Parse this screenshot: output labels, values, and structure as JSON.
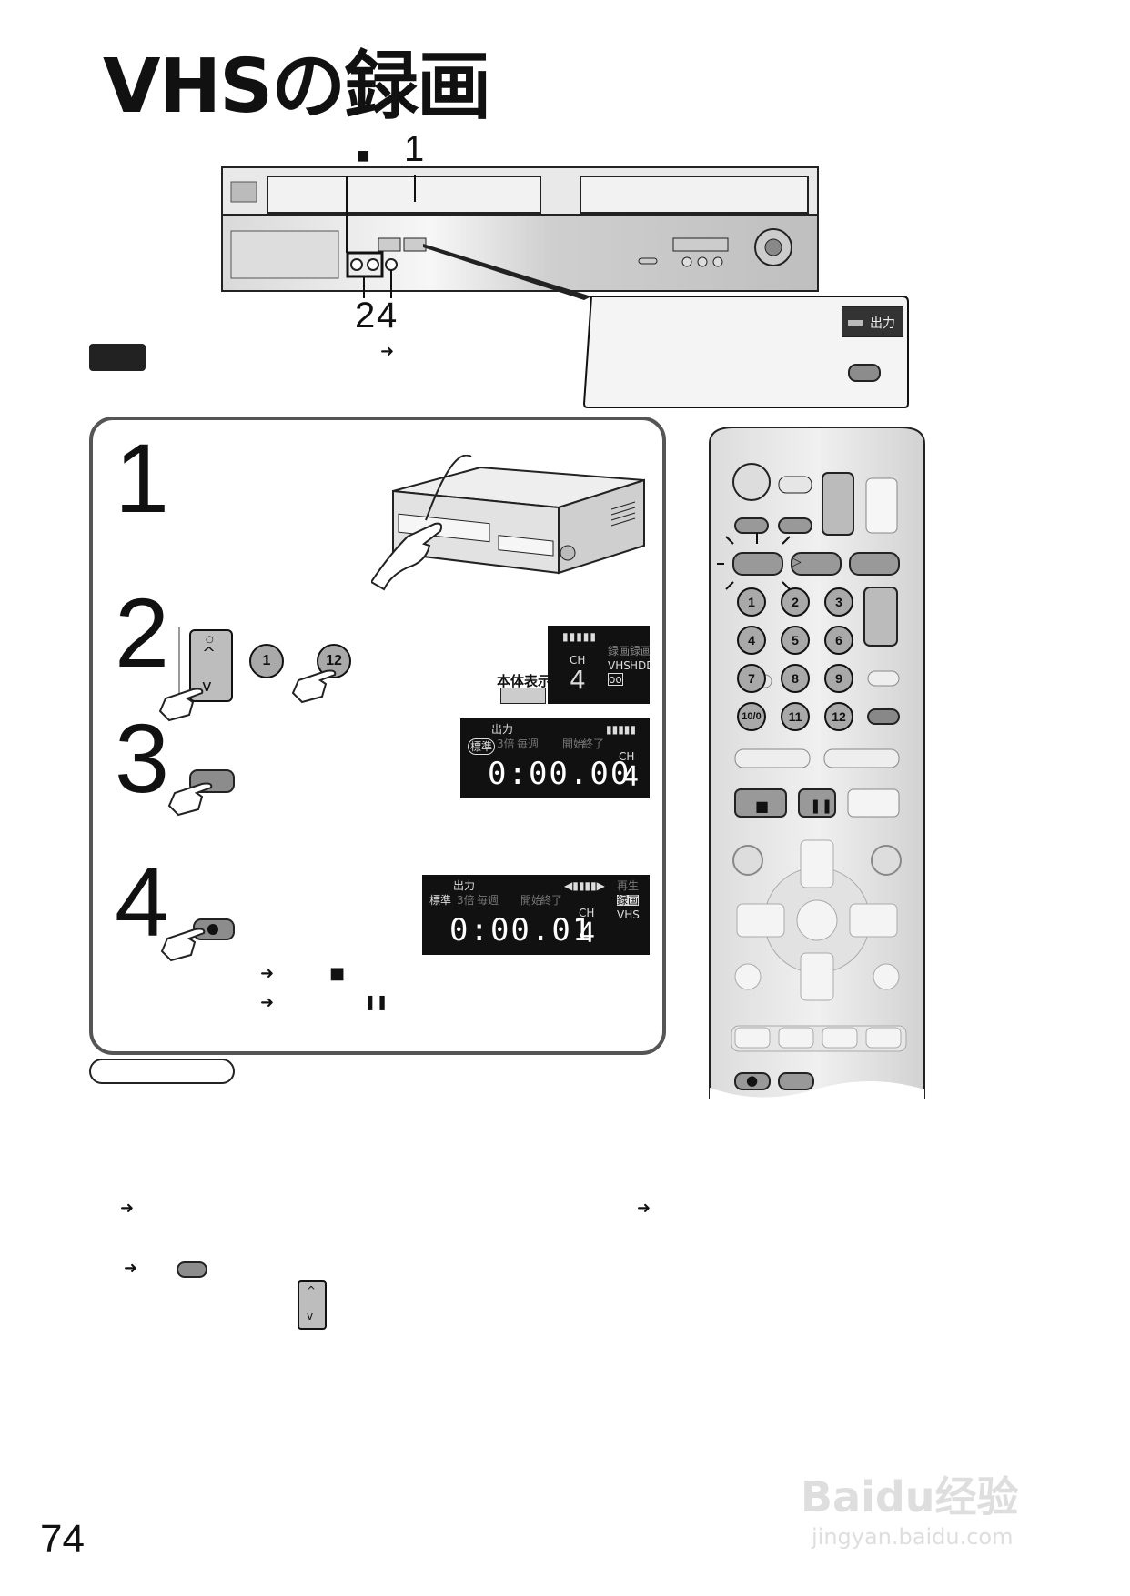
{
  "page": {
    "title": "VHSの録画",
    "page_number": "74"
  },
  "callouts": {
    "top_stop": "■",
    "top_one": "1",
    "bottom_two": "2",
    "bottom_four": "4",
    "arrow": "➜"
  },
  "zoom_box": {
    "output_label": "出力"
  },
  "steps": [
    {
      "number": "1"
    },
    {
      "number": "2",
      "btn_1": "1",
      "btn_12": "12",
      "display_label": "本体表示窓"
    },
    {
      "number": "3"
    },
    {
      "number": "4",
      "stop_symbol": "■",
      "pause_symbol": "❚❚"
    }
  ],
  "lcd2": {
    "ch": "CH",
    "digit": "4",
    "rec": "録画",
    "mode_rec": "録画",
    "vhs": "VHS",
    "hdd": "HDD",
    "tape": "oo"
  },
  "lcd3": {
    "output": "出力",
    "mode_std": "標準",
    "mode_3x": "3倍",
    "mode_ep": "毎週",
    "start": "開始",
    "end": "終了",
    "ch": "CH",
    "time": "0:00.00",
    "channel": "4"
  },
  "lcd4": {
    "output": "出力",
    "mode_std": "標準",
    "mode_3x": "3倍",
    "mode_ep": "毎週",
    "start": "開始",
    "end": "終了",
    "play": "再生",
    "rec": "録画",
    "vhs": "VHS",
    "ch": "CH",
    "time": "0:00.01",
    "channel": "4"
  },
  "remote": {
    "numbers": [
      "1",
      "2",
      "3",
      "4",
      "5",
      "6",
      "7",
      "8",
      "9",
      "10/0",
      "11",
      "12"
    ],
    "stop": "■",
    "pause": "❚❚",
    "rec": "●",
    "play": "▷"
  },
  "watermark": {
    "main": "Baidu经验",
    "sub": "jingyan.baidu.com"
  }
}
